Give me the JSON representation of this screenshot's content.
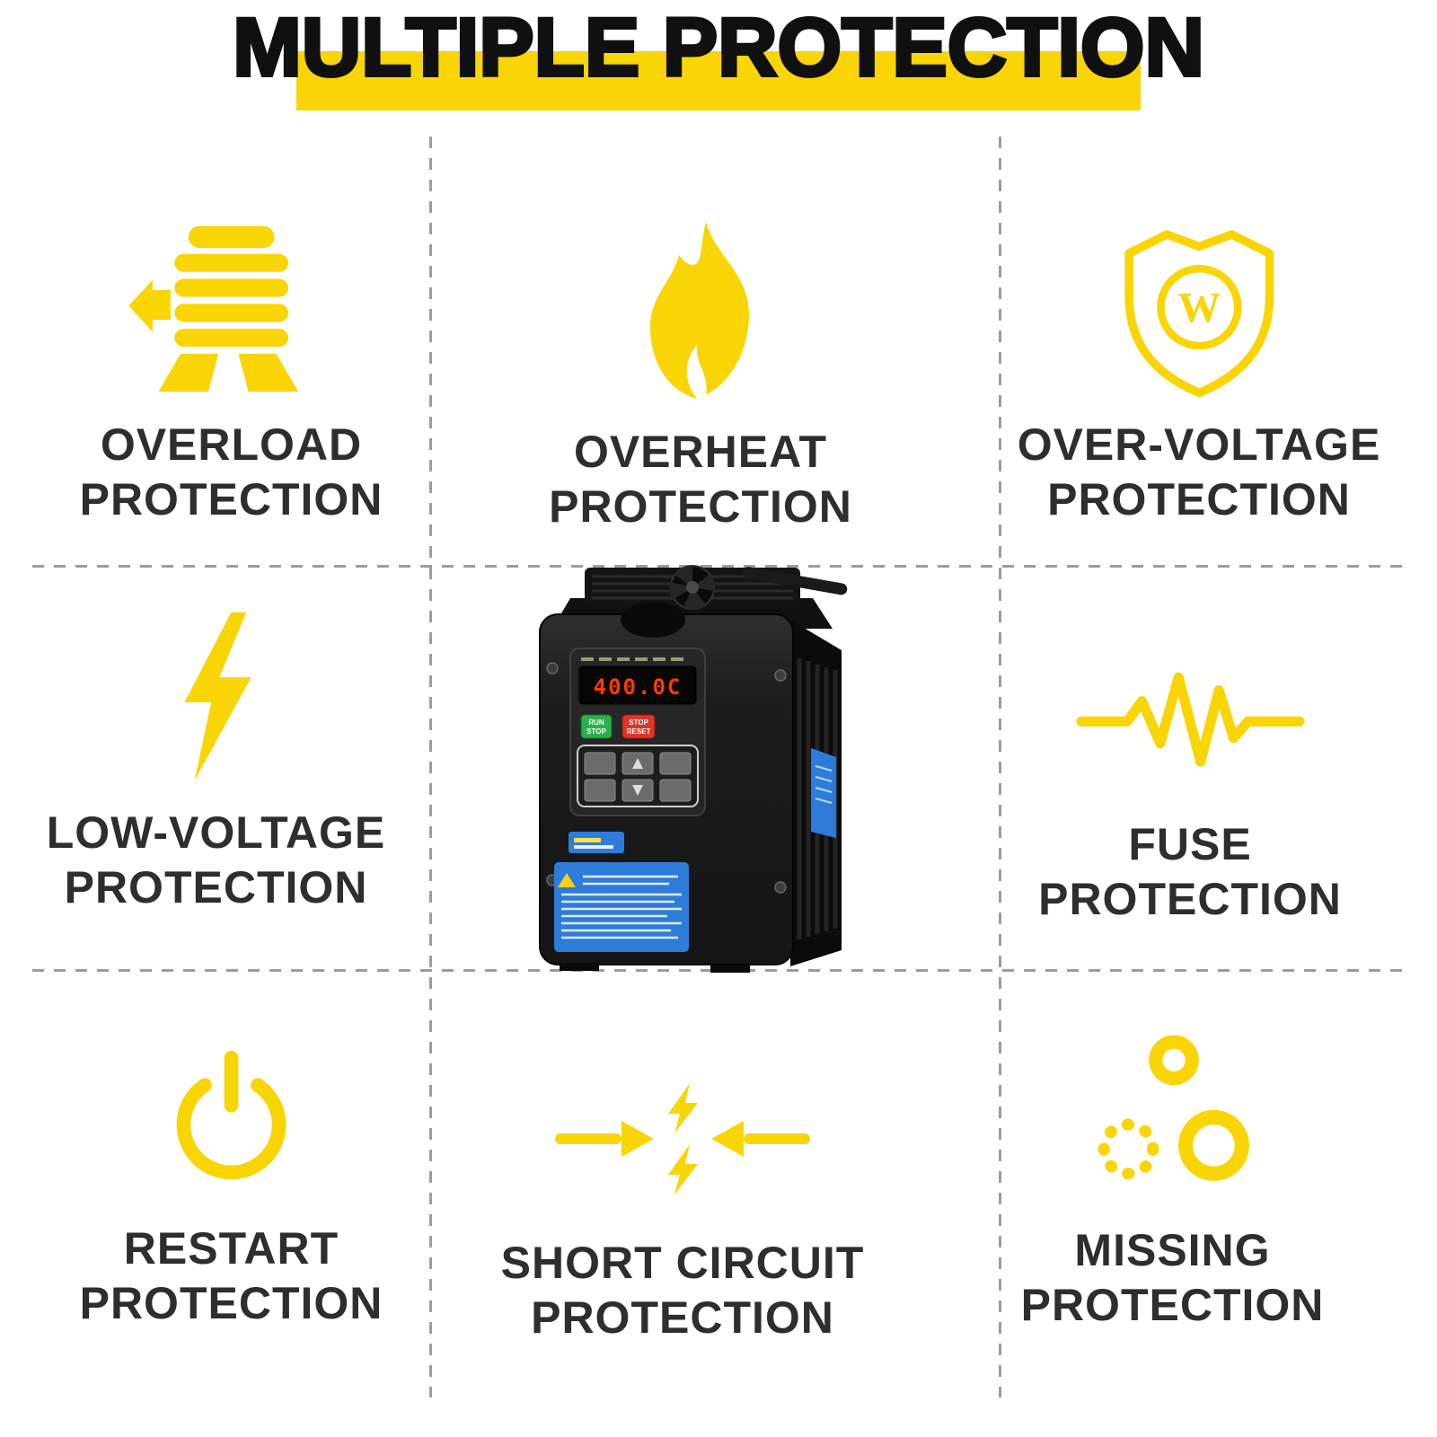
{
  "title": "MULTIPLE PROTECTION",
  "colors": {
    "accent": "#F9D506",
    "label_text": "#2E2E2E",
    "display_red": "#FF3B00",
    "sticker_blue": "#2E7CD9"
  },
  "features": [
    {
      "line1": "OVERLOAD",
      "line2": "PROTECTION"
    },
    {
      "line1": "OVERHEAT",
      "line2": "PROTECTION"
    },
    {
      "line1": "OVER-VOLTAGE",
      "line2": "PROTECTION",
      "letter": "W"
    },
    {
      "line1": "LOW-VOLTAGE",
      "line2": "PROTECTION"
    },
    {
      "line1": "FUSE",
      "line2": "PROTECTION"
    },
    {
      "line1": "RESTART",
      "line2": "PROTECTION"
    },
    {
      "line1": "SHORT CIRCUIT",
      "line2": "PROTECTION"
    },
    {
      "line1": "MISSING",
      "line2": "PROTECTION"
    }
  ],
  "product": {
    "display_value": "400.0C",
    "green_button_line1": "RUN",
    "green_button_line2": "STOP",
    "red_button_line1": "STOP",
    "red_button_line2": "RESET"
  }
}
